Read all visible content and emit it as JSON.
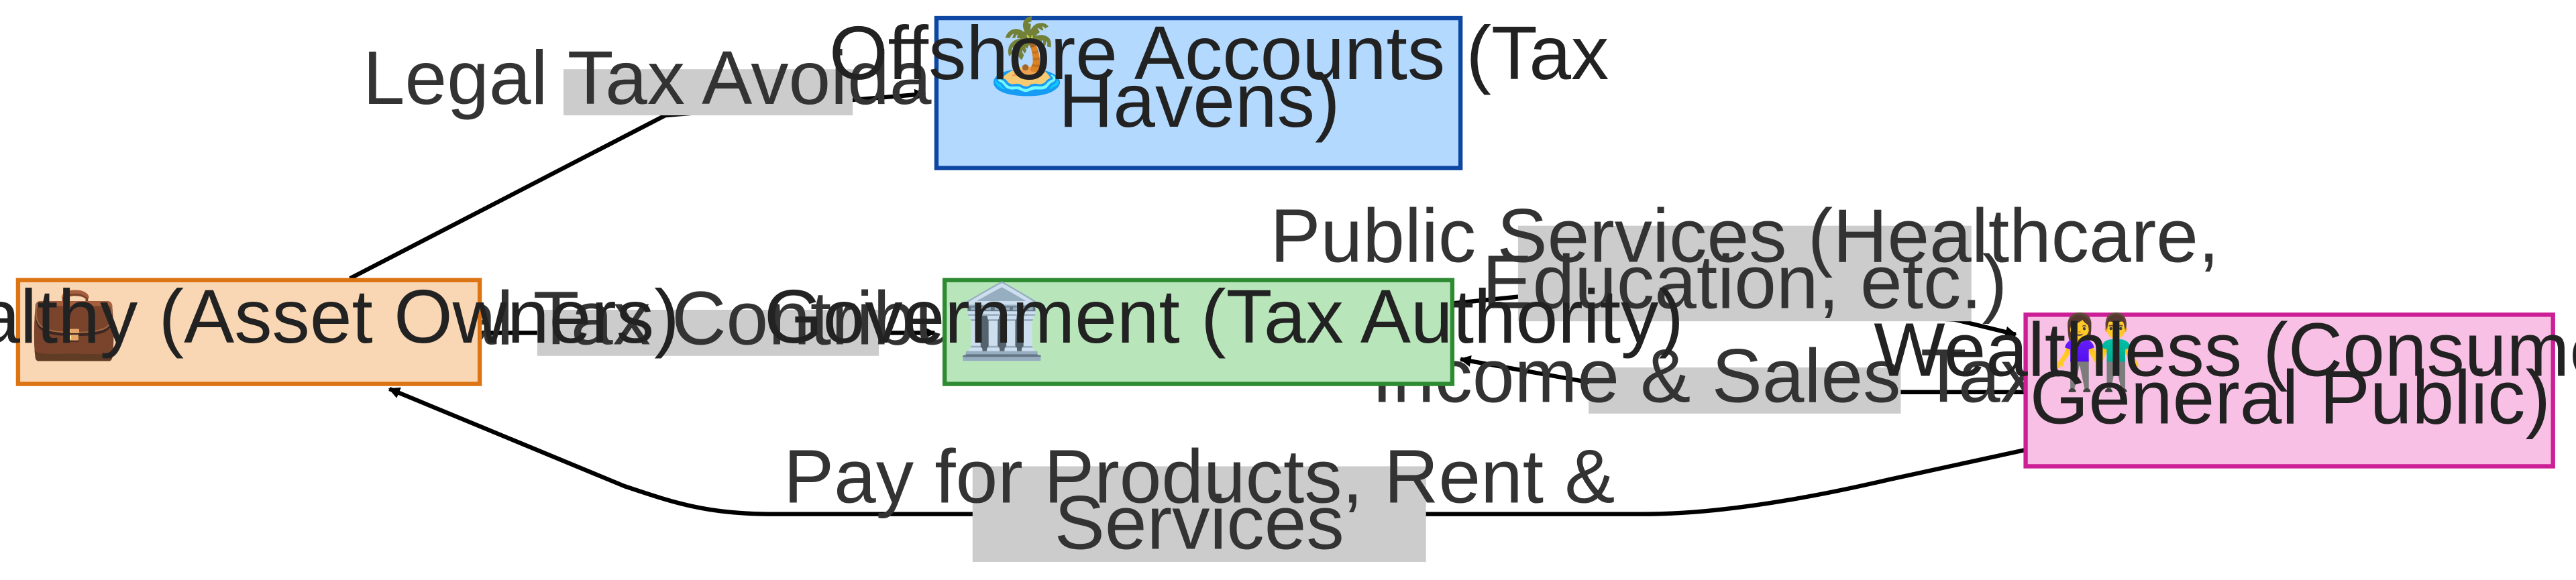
{
  "nodes": {
    "wealthy": {
      "icon": "💼",
      "icon_name": "briefcase-icon",
      "label": "Wealthy (Asset Owners)",
      "fill": "#fad7b4",
      "stroke": "#dc7414"
    },
    "offshore": {
      "icon": "🏝️",
      "icon_name": "island-icon",
      "line1": "Offshore Accounts (Tax",
      "line2": "Havens)",
      "fill": "#b3d9ff",
      "stroke": "#0d47a1"
    },
    "government": {
      "icon": "🏛️",
      "icon_name": "government-building-icon",
      "label": "Government (Tax Authority)",
      "fill": "#b8e6ba",
      "stroke": "#2e8b32"
    },
    "wealthless": {
      "icon": "👫",
      "icon_name": "people-icon",
      "line1": "Wealthless (Consumers &",
      "line2": "General Public)",
      "fill": "#f8c0e4",
      "stroke": "#cc1f96"
    }
  },
  "edges": {
    "legal_tax_avoidance": "Legal Tax Avoidance",
    "partial_tax_contributions": "Partial Tax Contributions",
    "public_services": {
      "line1": "Public Services (Healthcare,",
      "line2": "Education, etc.)"
    },
    "income_sales_taxes": "Income & Sales Taxes",
    "pay_for_products": {
      "line1": "Pay for Products, Rent &",
      "line2": "Services"
    }
  },
  "colors": {
    "edge_stroke": "#000000",
    "edge_label_bg": "#cccccc"
  }
}
